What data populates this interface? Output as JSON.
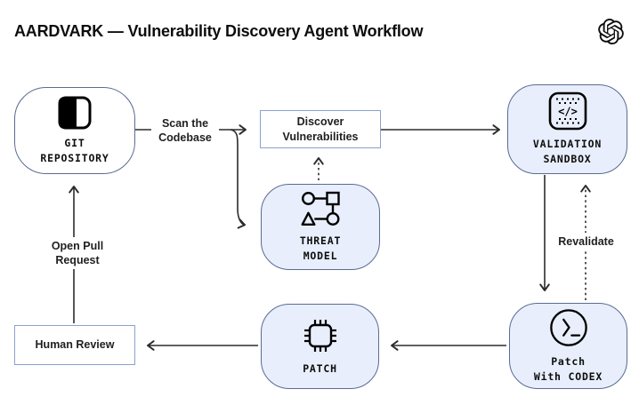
{
  "title": "AARDVARK — Vulnerability Discovery Agent Workflow",
  "logo": {
    "name": "openai-logo"
  },
  "nodes": {
    "git_repository": {
      "line1": "GIT",
      "line2": "REPOSITORY",
      "icon": "repository-icon"
    },
    "discover_vulnerabilities": {
      "line1": "Discover",
      "line2": "Vulnerabilities"
    },
    "validation_sandbox": {
      "line1": "VALIDATION",
      "line2": "SANDBOX",
      "icon": "sandbox-code-icon"
    },
    "threat_model": {
      "line1": "THREAT",
      "line2": "MODEL",
      "icon": "threat-model-graph-icon"
    },
    "patch_with_codex": {
      "line1": "Patch",
      "line2": "With CODEX",
      "icon": "codex-terminal-icon"
    },
    "patch": {
      "line1": "PATCH",
      "icon": "patch-chip-icon"
    },
    "human_review": {
      "line1": "Human Review"
    }
  },
  "edge_labels": {
    "scan_line1": "Scan the",
    "scan_line2": "Codebase",
    "pr_line1": "Open Pull",
    "pr_line2": "Request",
    "revalidate": "Revalidate"
  },
  "icons": {
    "sandbox_glyph": "</>"
  },
  "colors": {
    "node_fill": "#e8eefb",
    "node_border": "#5a6c92",
    "box_border": "#8aa2cf",
    "arrow": "#2b2b2b",
    "text": "#0d0d0d",
    "label_text": "#1f1f1f",
    "background": "#ffffff"
  }
}
